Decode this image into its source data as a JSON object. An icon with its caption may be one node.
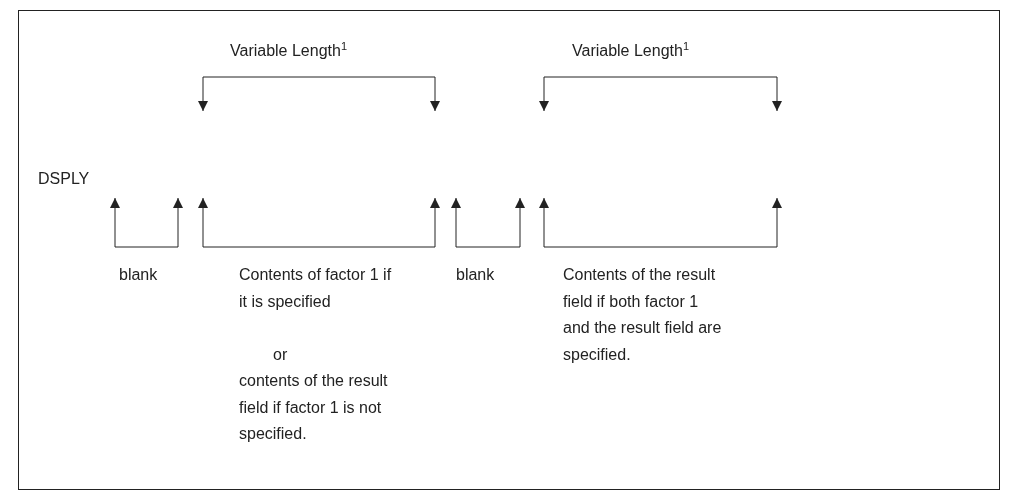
{
  "diagram": {
    "labels": [
      "Variable Length$^{1}$",
      "Variable Length$^{1}$",
      "DSPLY",
      "blank",
      "Contents of factor 1 if it is specified",
      "or",
      "contents of the result field if factor 1 is not specified.",
      "blank",
      "Contents of the result field if both factor 1 and the result field are specified."
    ]
  }
}
